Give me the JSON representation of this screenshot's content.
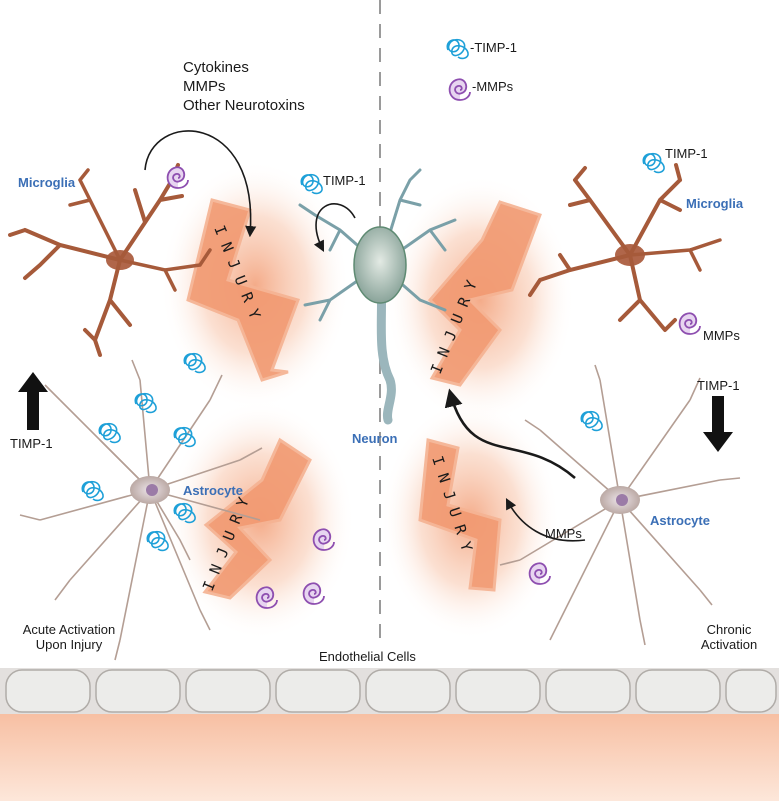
{
  "labels": {
    "cytokines": "Cytokines",
    "mmps_top": "MMPs",
    "other_neurotoxins": "Other Neurotoxins",
    "legend_timp": "-TIMP-1",
    "legend_mmps": "-MMPs",
    "microglia_left": "Microglia",
    "microglia_right": "Microglia",
    "neuron": "Neuron",
    "astrocyte_left": "Astrocyte",
    "astrocyte_right": "Astrocyte",
    "timp_neuron": "TIMP-1",
    "timp_right_microglia": "TIMP-1",
    "mmps_right_microglia": "MMPs",
    "timp_left_arrow": "TIMP-1",
    "timp_right_arrow": "TIMP-1",
    "mmps_astrocyte_right": "MMPs",
    "acute_line1": "Acute Activation",
    "acute_line2": "Upon Injury",
    "chronic_line1": "Chronic",
    "chronic_line2": "Activation",
    "endothelial": "Endothelial Cells",
    "injury": "INJURY"
  },
  "icons": {
    "timp": "timp-1-coil-icon",
    "mmp": "mmp-spiral-icon",
    "up_arrow": "arrow-up-icon",
    "down_arrow": "arrow-down-icon"
  },
  "colors": {
    "timp": "#1ea0d8",
    "mmp": "#8e4fb0",
    "mmp_fill": "#e2cdee",
    "microglia": "#a65a3a",
    "astrocyte": "#b49e94",
    "injury": "#ef8a5c",
    "cell_label": "#3b6fb6",
    "endothelium": "#c9c9c9",
    "tissue": "#f5c3a6"
  }
}
